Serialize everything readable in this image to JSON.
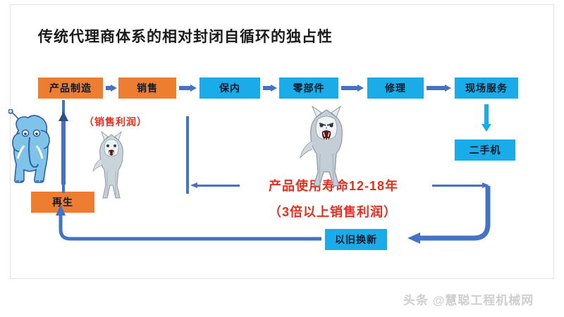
{
  "page": {
    "title": "传统代理商体系的相对封闭自循环的独占性",
    "watermark": "头条 @慧聪工程机械网",
    "background": "#ffffff"
  },
  "colors": {
    "orange_node": "#ED7D31",
    "cyan_node": "#1AACE8",
    "arrow_blue": "#4472C4",
    "annotation_red": "#E03020",
    "title_text": "#1a1a1a",
    "watermark_gray": "#cfcfcf"
  },
  "flow": {
    "top_row": [
      {
        "id": "manufacture",
        "label": "产品制造",
        "color": "orange"
      },
      {
        "id": "sales",
        "label": "销售",
        "color": "orange"
      },
      {
        "id": "warranty",
        "label": "保内",
        "color": "cyan"
      },
      {
        "id": "parts",
        "label": "零部件",
        "color": "cyan"
      },
      {
        "id": "repair",
        "label": "修理",
        "color": "cyan"
      },
      {
        "id": "onsite",
        "label": "现场服务",
        "color": "cyan"
      }
    ],
    "other_nodes": [
      {
        "id": "used-machine",
        "label": "二手机",
        "color": "cyan"
      },
      {
        "id": "trade-in",
        "label": "以旧换新",
        "color": "cyan"
      },
      {
        "id": "recycle",
        "label": "再生",
        "color": "orange"
      }
    ]
  },
  "annotations": {
    "sales_profit": "（销售利润）",
    "lifespan": "产品使用寿命12-18年",
    "profit_multiple": "（3倍以上销售利润）"
  },
  "imagery": {
    "elephant": "elephant-illustration",
    "wolf_left": "wolf-photo",
    "wolf_center": "wolf-photo",
    "up_arrow": "up-arrow-indicator"
  }
}
